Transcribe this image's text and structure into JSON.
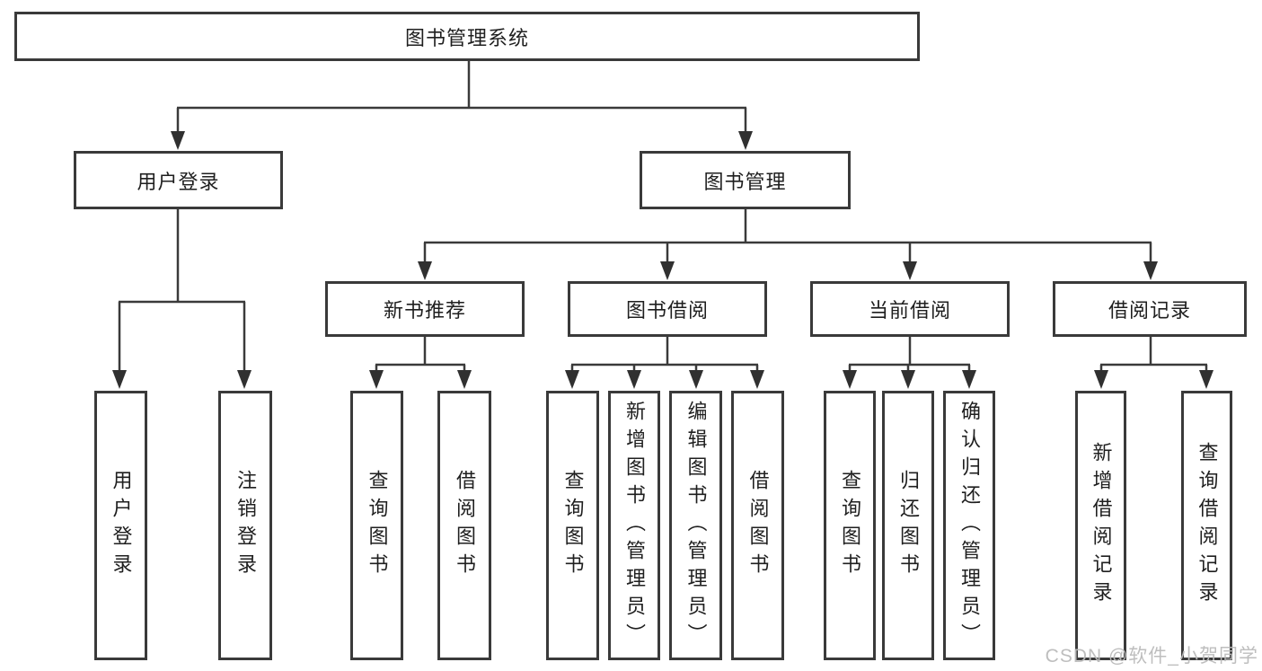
{
  "tree": {
    "root": {
      "label": "图书管理系统"
    },
    "branches": [
      {
        "label": "用户登录",
        "children": [
          {
            "label": "用户登录"
          },
          {
            "label": "注销登录"
          }
        ]
      },
      {
        "label": "图书管理",
        "children": [
          {
            "label": "新书推荐",
            "children": [
              {
                "label": "查询图书"
              },
              {
                "label": "借阅图书"
              }
            ]
          },
          {
            "label": "图书借阅",
            "children": [
              {
                "label": "查询图书"
              },
              {
                "label": "新增图书（管理员）"
              },
              {
                "label": "编辑图书（管理员）"
              },
              {
                "label": "借阅图书"
              }
            ]
          },
          {
            "label": "当前借阅",
            "children": [
              {
                "label": "查询图书"
              },
              {
                "label": "归还图书"
              },
              {
                "label": "确认归还（管理员）"
              }
            ]
          },
          {
            "label": "借阅记录",
            "children": [
              {
                "label": "新增借阅记录"
              },
              {
                "label": "查询借阅记录"
              }
            ]
          }
        ]
      }
    ]
  },
  "watermark": {
    "text": "CSDN @软件_小贺同学"
  },
  "colors": {
    "line": "#3a3a3a",
    "arrow": "#303030",
    "text": "#1f1f1f",
    "watermark": "#bababa",
    "background": "#ffffff"
  }
}
